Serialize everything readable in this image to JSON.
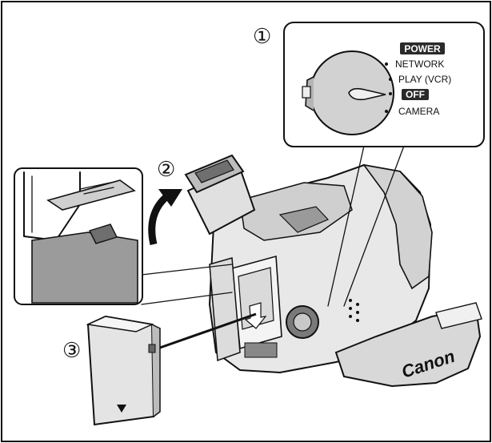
{
  "steps": {
    "step1": "①",
    "step2": "②",
    "step3": "③"
  },
  "dial": {
    "power_label": "POWER",
    "network": "NETWORK",
    "play": "PLAY (VCR)",
    "off": "OFF",
    "camera": "CAMERA"
  },
  "brand": {
    "logo_text": "Canon"
  },
  "colors": {
    "ink": "#111111",
    "body_fill": "#e6e6e6",
    "dark_fill": "#9a9a9a",
    "badge_fill": "#2a2a2a"
  }
}
